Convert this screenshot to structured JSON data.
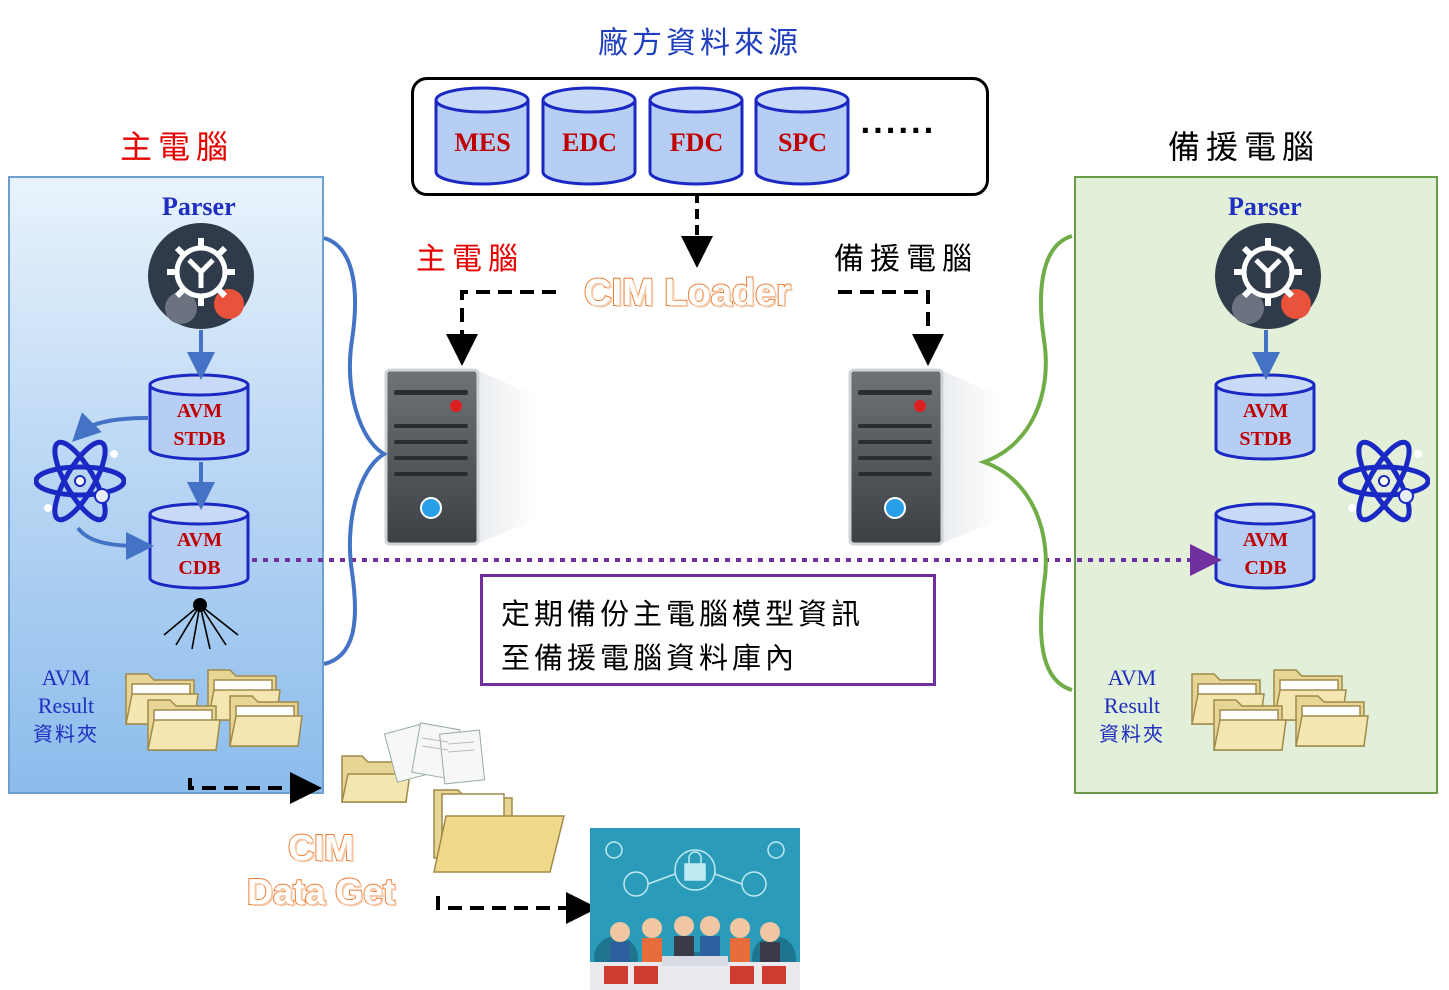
{
  "source": {
    "title": "廠方資料來源",
    "databases": [
      "MES",
      "EDC",
      "FDC",
      "SPC"
    ],
    "ellipsis": "······"
  },
  "main_pc": {
    "heading": "主電腦",
    "parser_label": "Parser",
    "stdb": [
      "AVM",
      "STDB"
    ],
    "cdb": [
      "AVM",
      "CDB"
    ],
    "result": [
      "AVM",
      "Result",
      "資料夾"
    ]
  },
  "backup_pc": {
    "heading": "備援電腦",
    "parser_label": "Parser",
    "stdb": [
      "AVM",
      "STDB"
    ],
    "cdb": [
      "AVM",
      "CDB"
    ],
    "result": [
      "AVM",
      "Result",
      "資料夾"
    ]
  },
  "center": {
    "main_label": "主電腦",
    "backup_label": "備援電腦",
    "loader": "CIM Loader"
  },
  "note": [
    "定期備份主電腦模型資訊",
    "至備援電腦資料庫內"
  ],
  "data_get": [
    "CIM",
    "Data Get"
  ],
  "colors": {
    "red_heading": "#e60000",
    "blue_text": "#1f2fbf",
    "db_fill": "#b6cdf4",
    "db_stroke": "#1a28c4",
    "db_text": "#c00000",
    "orange": "#ed7d31",
    "purple": "#7030a0",
    "blue_brace": "#4472c4",
    "green_brace": "#70ad47"
  }
}
